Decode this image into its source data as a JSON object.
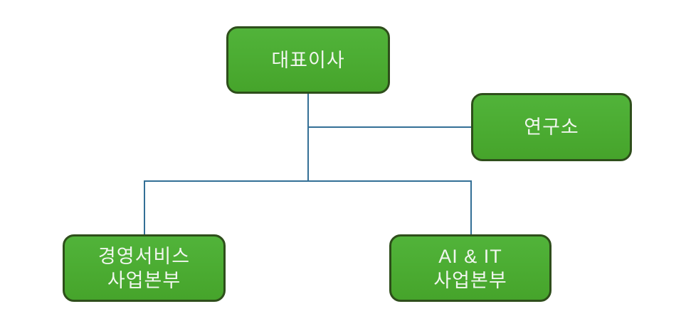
{
  "diagram": {
    "type": "org-chart",
    "nodes": {
      "ceo": {
        "line1": "대표이사"
      },
      "research": {
        "line1": "연구소"
      },
      "management": {
        "line1": "경영서비스",
        "line2": "사업본부"
      },
      "ai_it": {
        "line1": "AI & IT",
        "line2": "사업본부"
      }
    },
    "edges": [
      {
        "from": "ceo",
        "to": "research"
      },
      {
        "from": "ceo",
        "to": "management"
      },
      {
        "from": "ceo",
        "to": "ai_it"
      }
    ]
  },
  "colors": {
    "background": "#FFFFFF",
    "node_fill": "#4CAD33",
    "node_fill_top": "#51B33A",
    "node_fill_bottom": "#46A42B",
    "node_border": "#2E4E1B",
    "connector": "#336F96",
    "text": "#F1F6EF"
  }
}
